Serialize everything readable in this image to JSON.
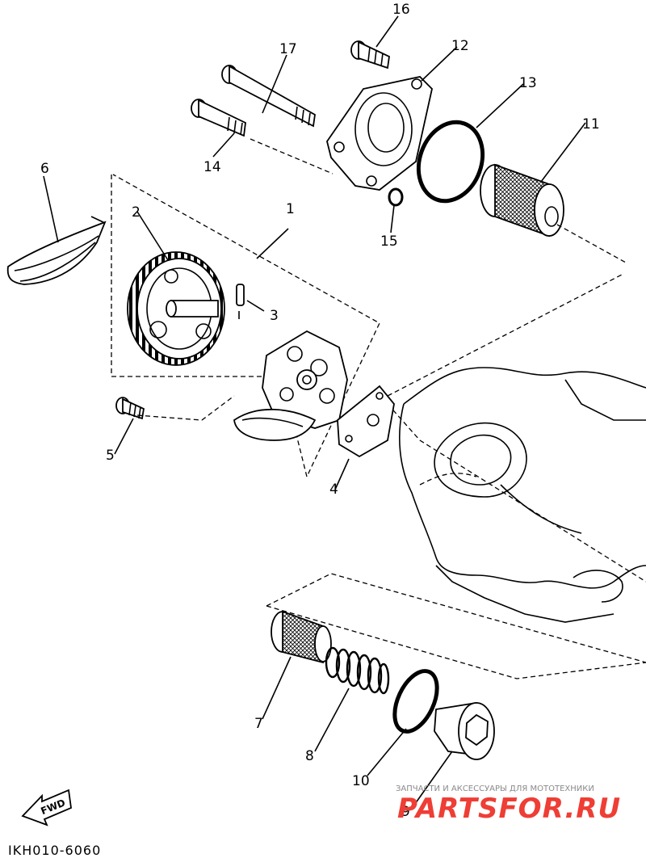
{
  "callouts": [
    "1",
    "2",
    "3",
    "4",
    "5",
    "6",
    "7",
    "8",
    "9",
    "10",
    "11",
    "12",
    "13",
    "14",
    "15",
    "16",
    "17"
  ],
  "diagram_code": "IKH010-6060",
  "fwd_label": "FWD",
  "watermark": {
    "tagline": "ЗАПЧАСТИ И АКСЕССУАРЫ ДЛЯ МОТОТЕХНИКИ",
    "brand": "PARTSFOR.RU",
    "brand_color": "#ee3e35"
  }
}
